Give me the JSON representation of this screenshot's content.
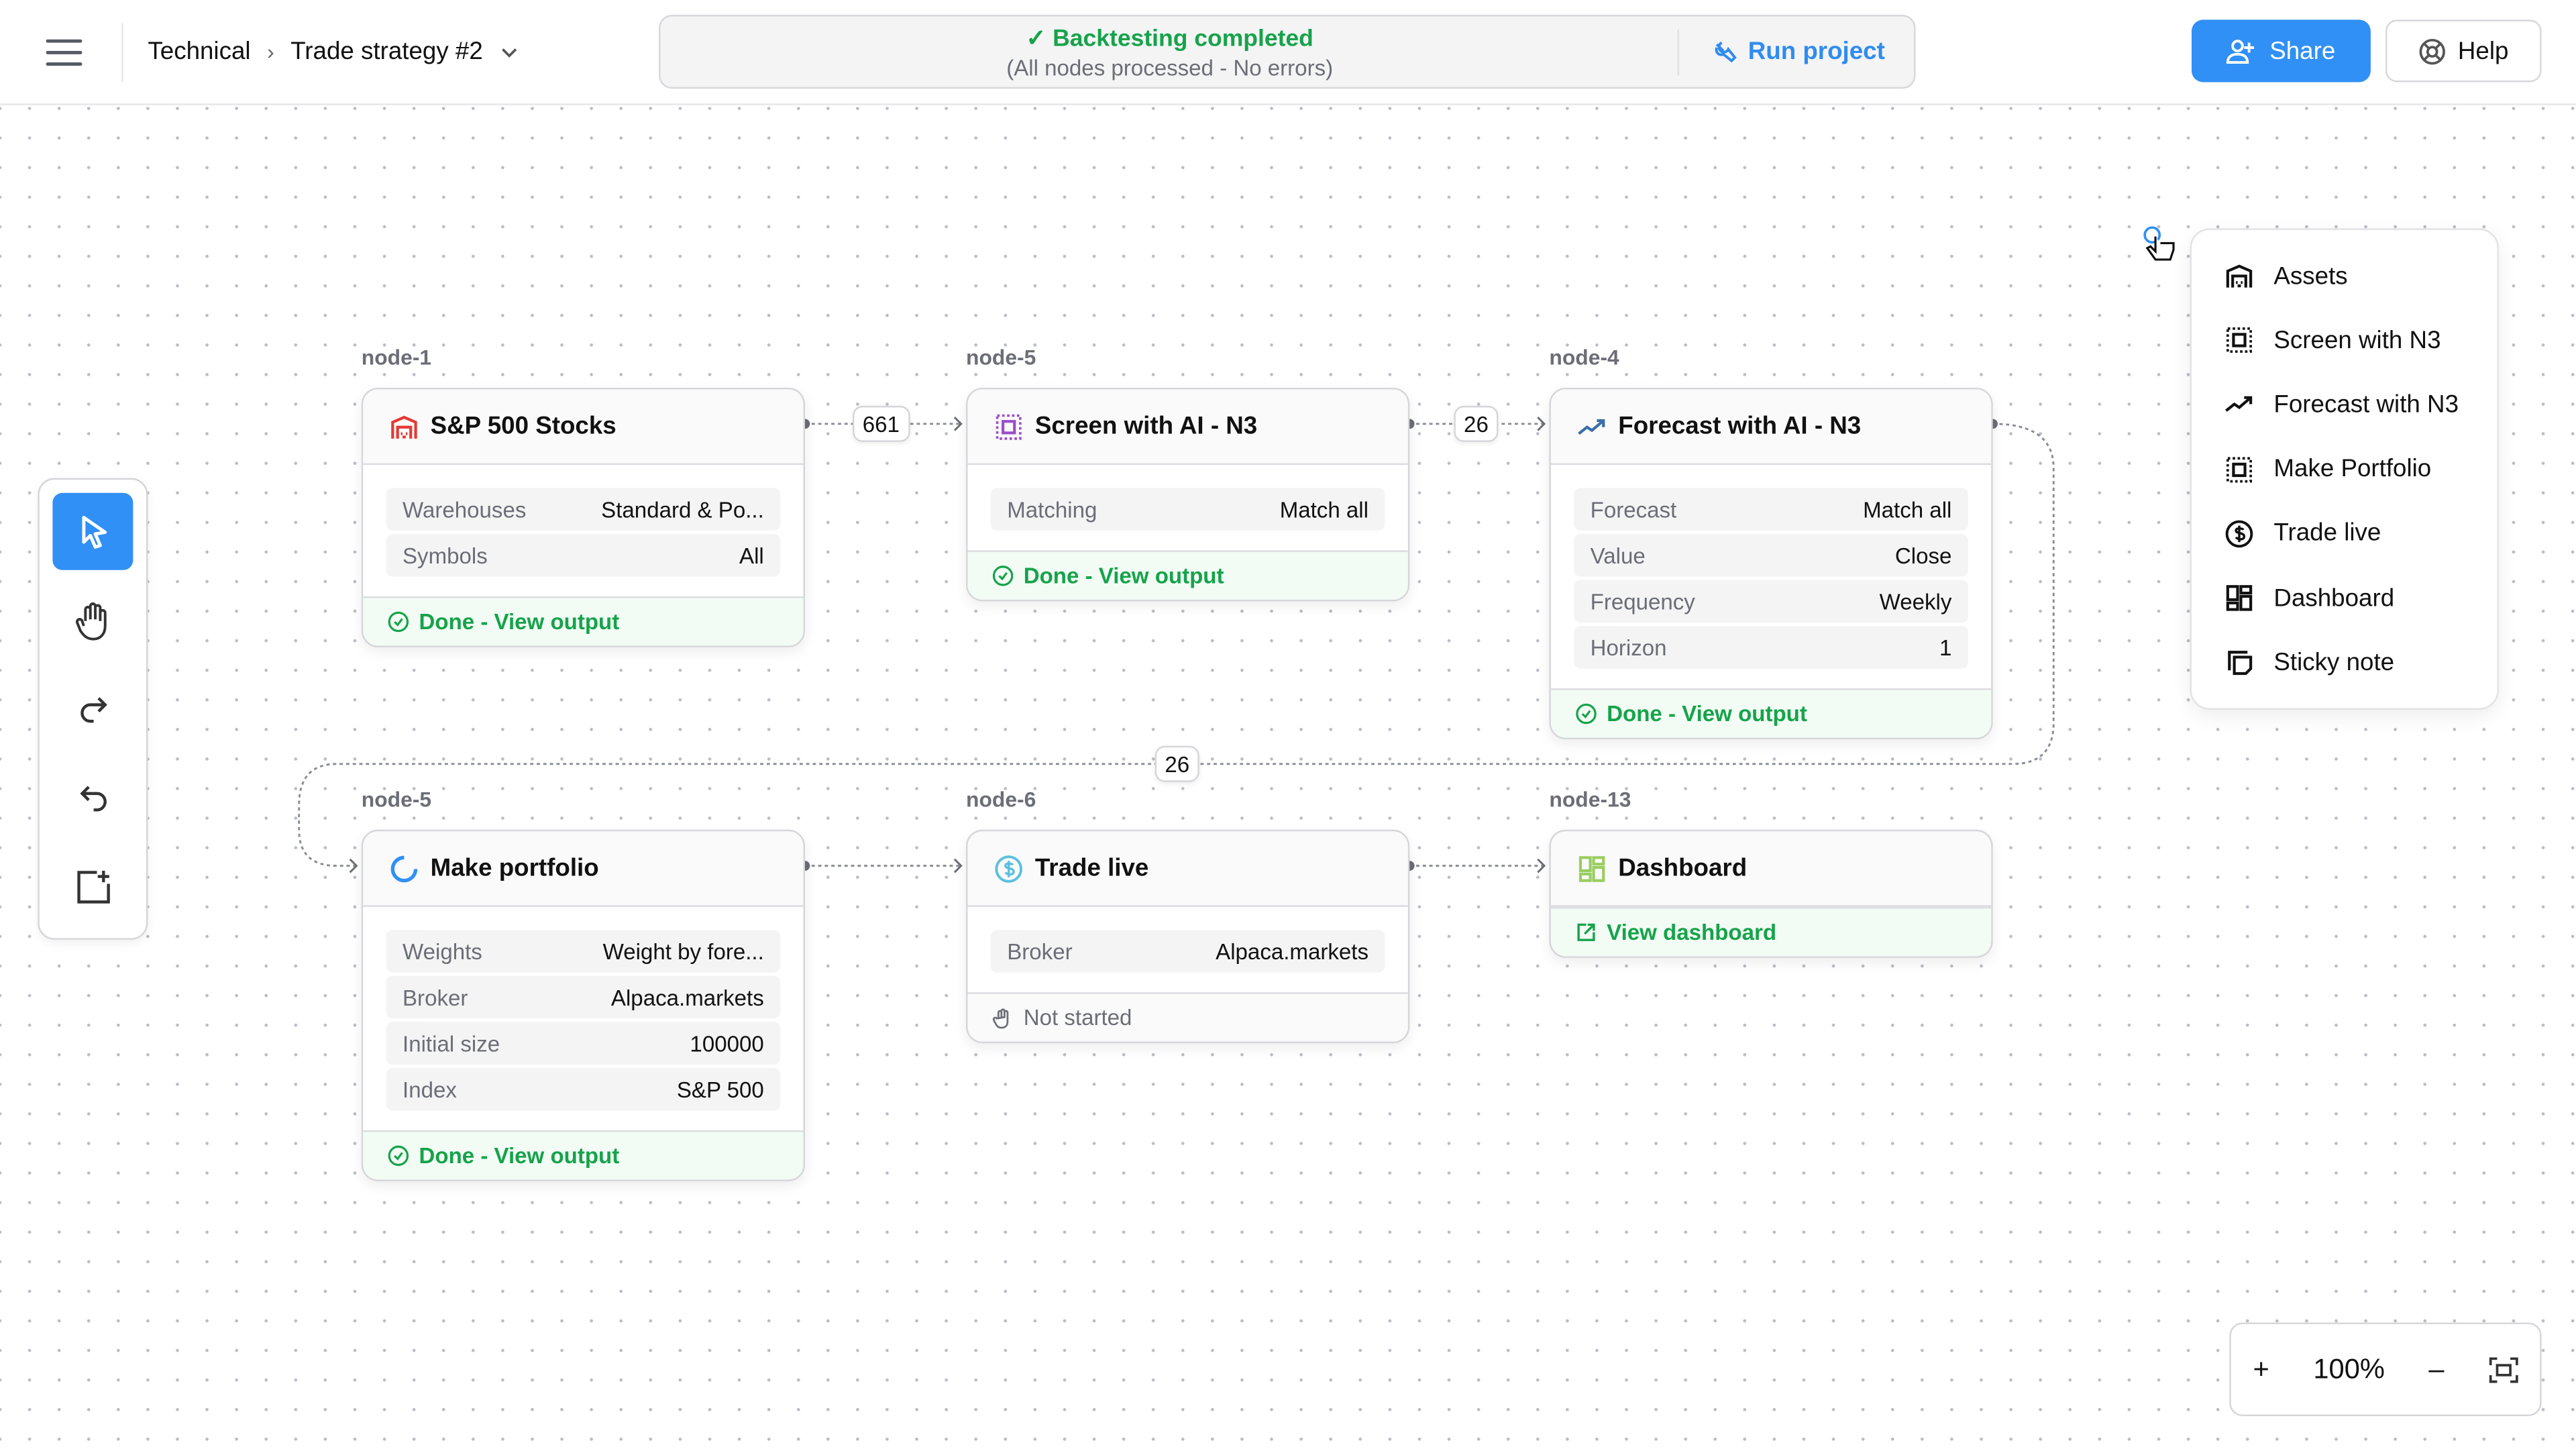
{
  "header": {
    "breadcrumb": [
      "Technical",
      "Trade strategy #2"
    ],
    "status_title": "Backtesting completed",
    "status_detail": "(All nodes processed - No errors)",
    "run_label": "Run project",
    "share_label": "Share",
    "help_label": "Help"
  },
  "colors": {
    "accent": "#3090f5",
    "success": "#16a34a",
    "assets_icon": "#e53935",
    "screen_icon": "#9b4dca",
    "trade_icon": "#5bc0de",
    "dashboard_icon": "#9acd60"
  },
  "nodes": [
    {
      "id": "node-1",
      "title": "S&P 500 Stocks",
      "icon": "warehouse-icon",
      "rows": [
        [
          "Warehouses",
          "Standard & Po..."
        ],
        [
          "Symbols",
          "All"
        ]
      ],
      "footer": "Done - View output",
      "state": "done"
    },
    {
      "id": "node-5",
      "title": "Screen with AI - N3",
      "icon": "screen-icon",
      "rows": [
        [
          "Matching",
          "Match all"
        ]
      ],
      "footer": "Done - View output",
      "state": "done"
    },
    {
      "id": "node-4",
      "title": "Forecast with AI - N3",
      "icon": "trend-icon",
      "rows": [
        [
          "Forecast",
          "Match all"
        ],
        [
          "Value",
          "Close"
        ],
        [
          "Frequency",
          "Weekly"
        ],
        [
          "Horizon",
          "1"
        ]
      ],
      "footer": "Done - View output",
      "state": "done"
    },
    {
      "id": "node-5",
      "title": "Make portfolio",
      "icon": "portfolio-icon",
      "rows": [
        [
          "Weights",
          "Weight by fore..."
        ],
        [
          "Broker",
          "Alpaca.markets"
        ],
        [
          "Initial size",
          "100000"
        ],
        [
          "Index",
          "S&P 500"
        ]
      ],
      "footer": "Done - View output",
      "state": "done"
    },
    {
      "id": "node-6",
      "title": "Trade live",
      "icon": "dollar-icon",
      "rows": [
        [
          "Broker",
          "Alpaca.markets"
        ]
      ],
      "footer": "Not started",
      "state": "idle"
    },
    {
      "id": "node-13",
      "title": "Dashboard",
      "icon": "dashboard-icon",
      "rows": [],
      "footer": "View dashboard",
      "state": "link"
    }
  ],
  "edge_counts": [
    "661",
    "26",
    "26"
  ],
  "tools": [
    "select-tool",
    "hand-tool",
    "redo",
    "undo",
    "add-node"
  ],
  "context_menu": [
    {
      "label": "Assets",
      "icon": "warehouse-icon"
    },
    {
      "label": "Screen with N3",
      "icon": "screen-icon"
    },
    {
      "label": "Forecast with N3",
      "icon": "trend-icon"
    },
    {
      "label": "Make Portfolio",
      "icon": "screen-icon"
    },
    {
      "label": "Trade live",
      "icon": "dollar-icon"
    },
    {
      "label": "Dashboard",
      "icon": "dashboard-icon"
    },
    {
      "label": "Sticky note",
      "icon": "sticky-note-icon"
    }
  ],
  "zoom": {
    "level": "100%"
  }
}
